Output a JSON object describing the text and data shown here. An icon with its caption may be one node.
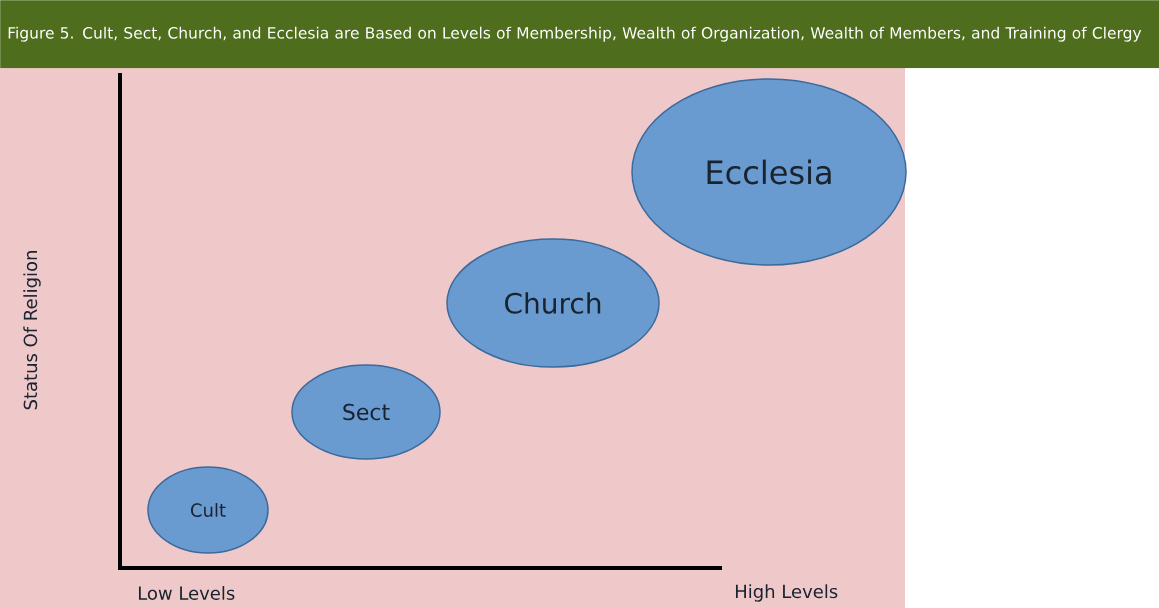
{
  "diagram": {
    "title": "Figure 5. Cult, Sect, Church, and Ecclesia are Based on Levels of Membership, Wealth of Organization, Wealth of Members, and Training of Clergy",
    "nodes": [
      {
        "text": [
          "Cult"
        ]
      },
      {
        "text": [
          "Sect"
        ]
      },
      {
        "text": [
          "Church"
        ]
      },
      {
        "text": [
          "Ecclesia"
        ]
      }
    ],
    "labels": [
      "Status Of Religion",
      "Low Levels",
      "High Levels"
    ]
  }
}
